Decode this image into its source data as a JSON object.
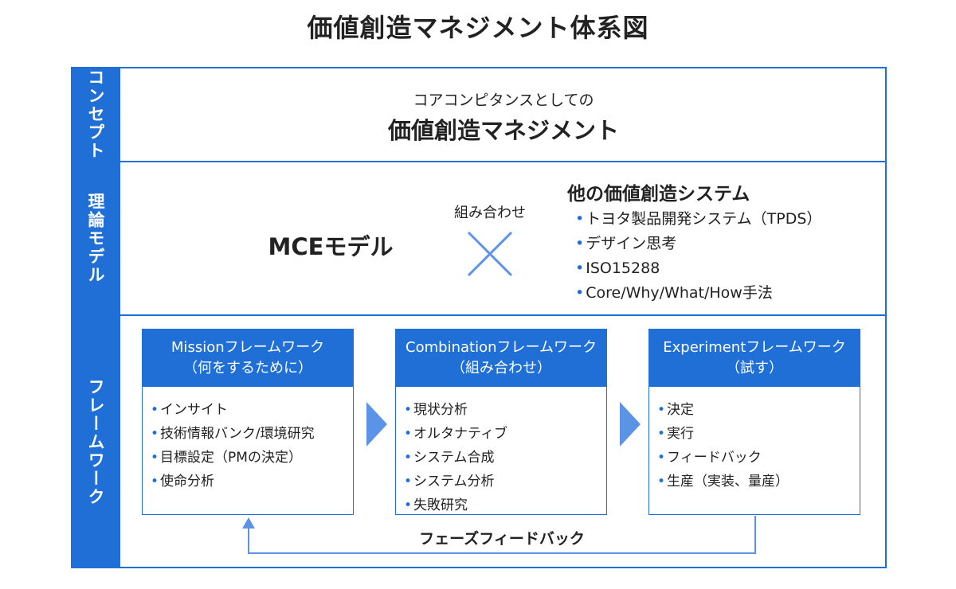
{
  "title": "価値創造マネジメント体系図",
  "rows": {
    "concept": {
      "side_label": "コンセプト",
      "subtitle": "コアコンピタンスとしての",
      "main": "価値創造マネジメント"
    },
    "theory": {
      "side_label": "理論モデル",
      "mce": "MCEモデル",
      "combine_label": "組み合わせ",
      "other_title": "他の価値創造システム",
      "other_items": [
        "トヨタ製品開発システム（TPDS）",
        "デザイン思考",
        "ISO15288",
        "Core/Why/What/How手法"
      ]
    },
    "framework": {
      "side_label": "フレームワーク",
      "boxes": [
        {
          "title_line1": "Missionフレームワーク",
          "title_line2": "（何をするために）",
          "items": [
            "インサイト",
            "技術情報バンク/環境研究",
            "目標設定（PMの決定）",
            "使命分析"
          ]
        },
        {
          "title_line1": "Combinationフレームワーク",
          "title_line2": "（組み合わせ）",
          "items": [
            "現状分析",
            "オルタナティブ",
            "システム合成",
            "システム分析",
            "失敗研究"
          ]
        },
        {
          "title_line1": "Experimentフレームワーク",
          "title_line2": "（試す）",
          "items": [
            "決定",
            "実行",
            "フィードバック",
            "生産（実装、量産）"
          ]
        }
      ],
      "feedback_label": "フェーズフィードバック"
    }
  },
  "colors": {
    "accent": "#1f6fd6",
    "arrow": "#5b93e6"
  }
}
